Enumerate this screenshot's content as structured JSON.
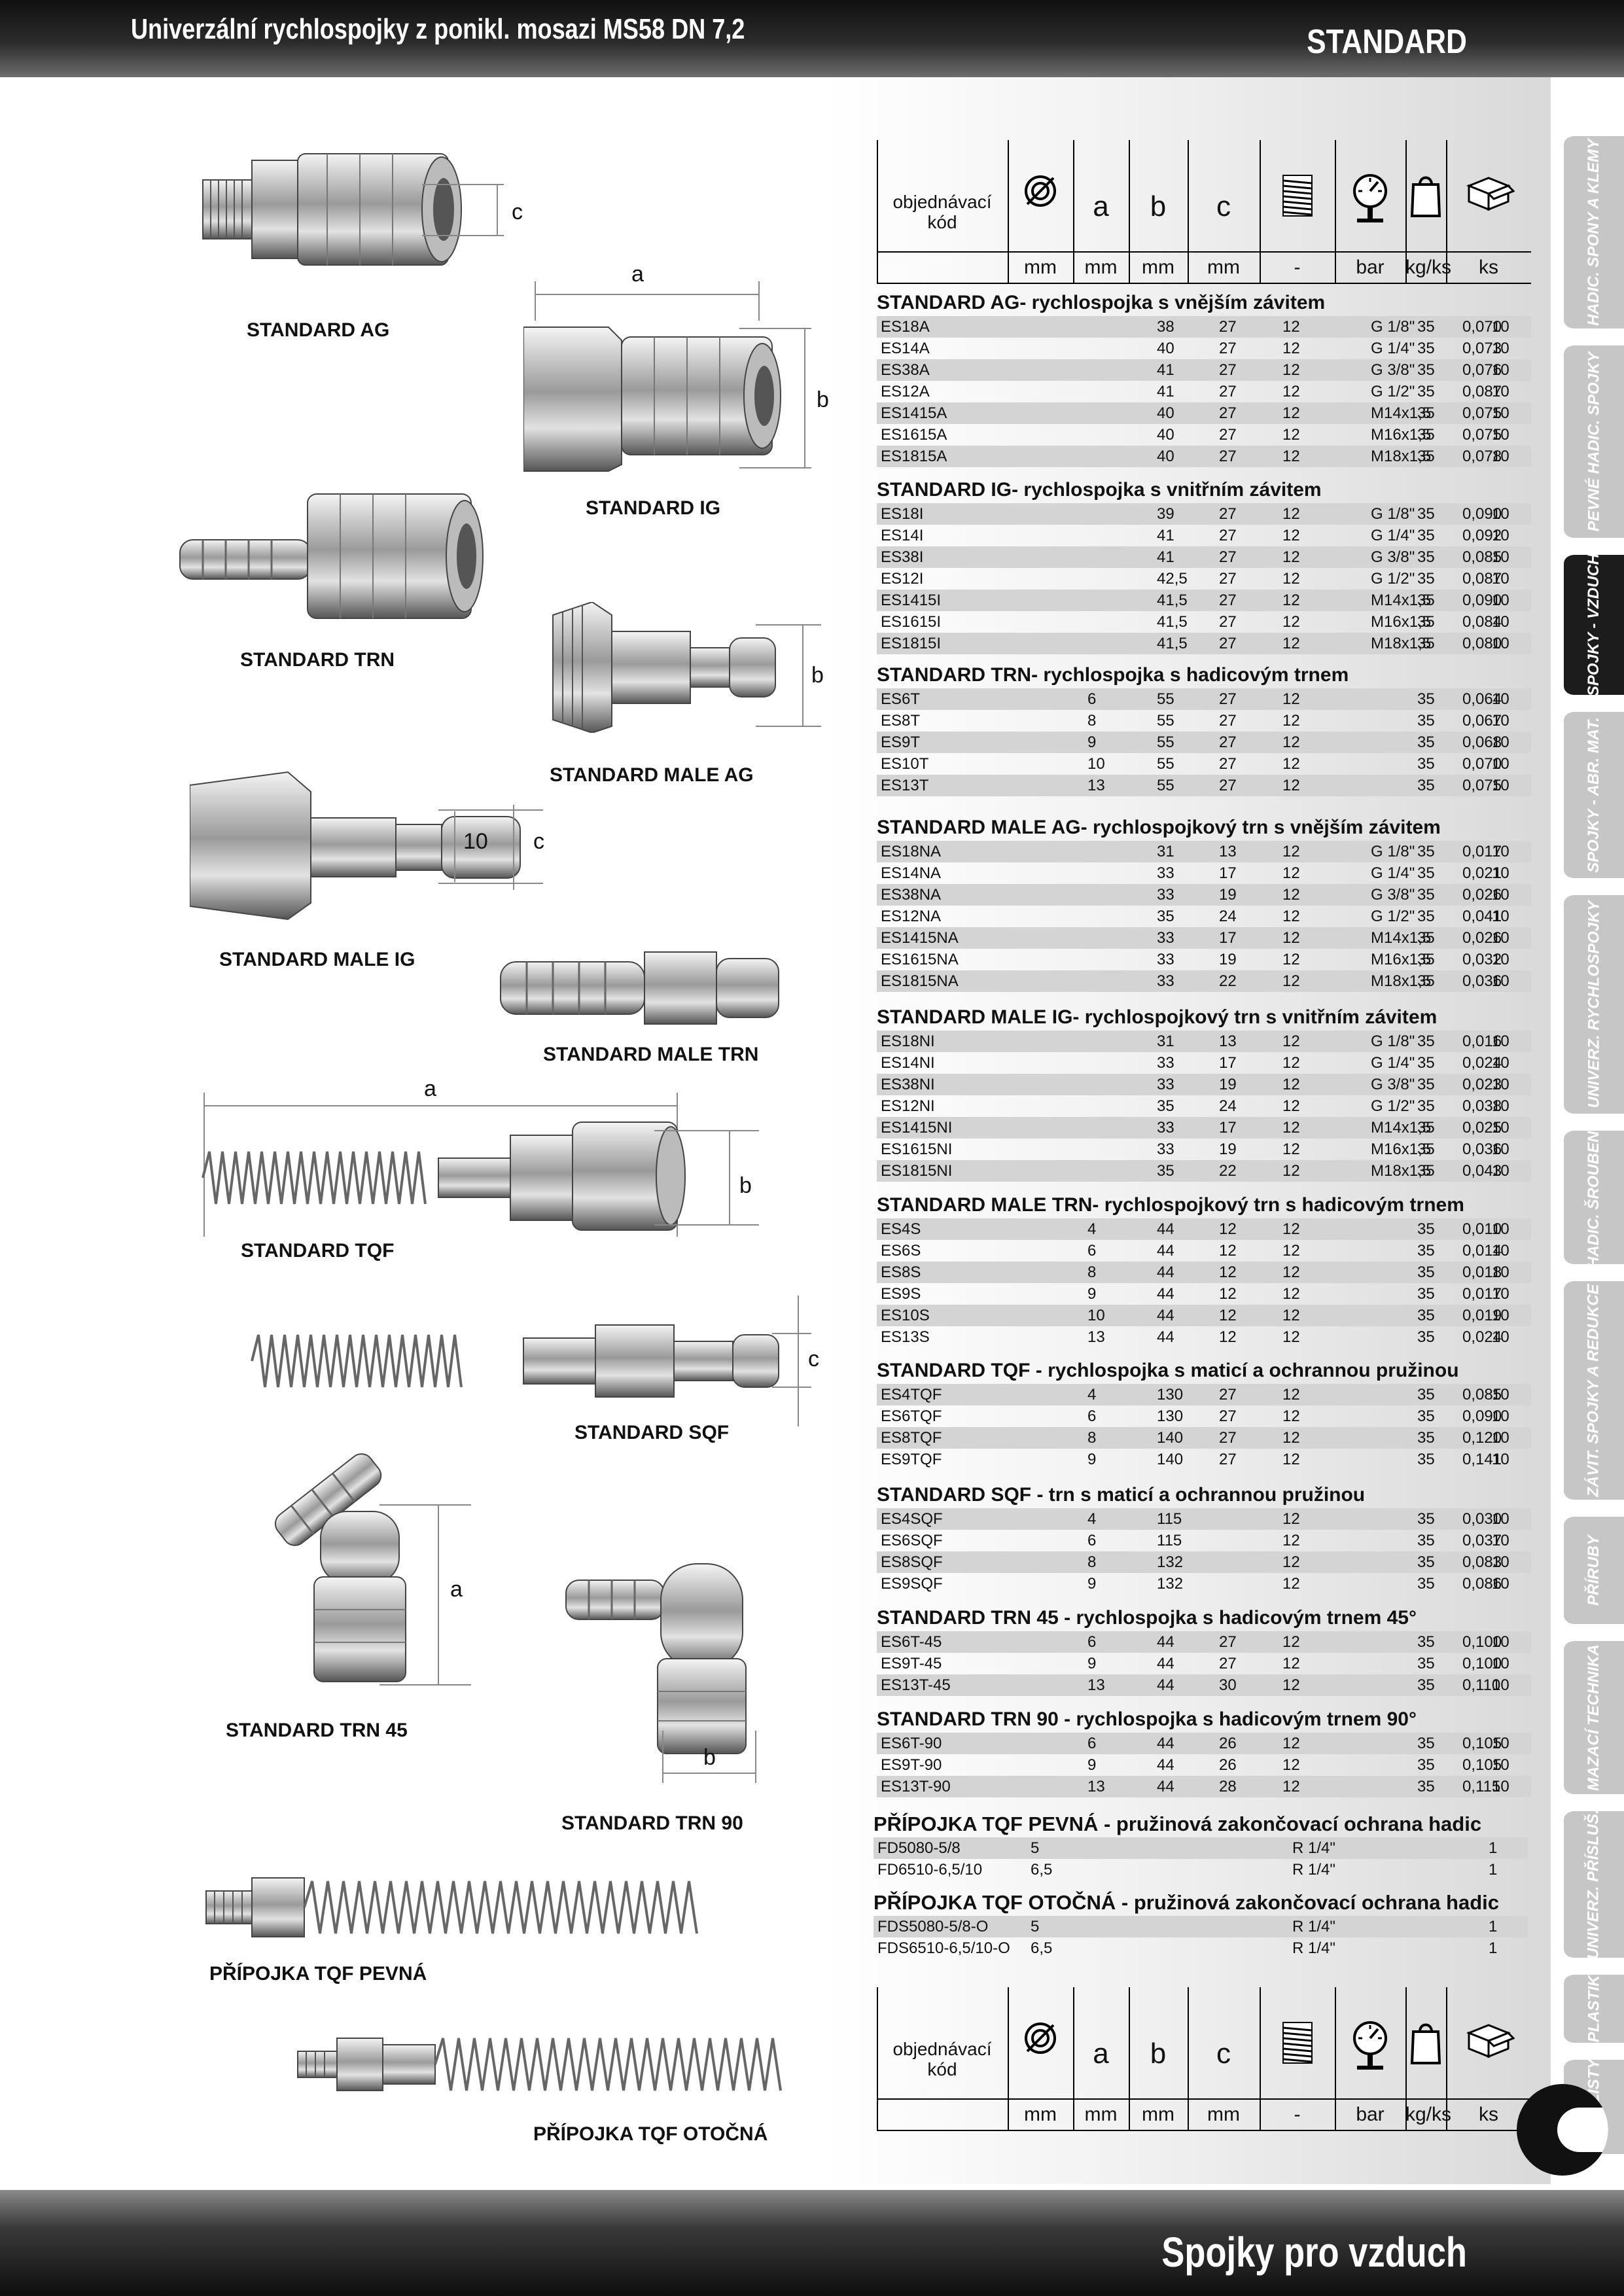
{
  "header": {
    "title": "Univerzální rychlospojky z ponikl. mosazi MS58  DN 7,2",
    "section": "STANDARD"
  },
  "footer": {
    "title": "Spojky pro vzduch"
  },
  "side_tabs": [
    "HADIC. SPONY A KLEMY",
    "PEVNÉ HADIC. SPOJKY",
    "SPOJKY - VZDUCH",
    "SPOJKY - ABR. MAT.",
    "UNIVERZ. RYCHLOSPOJKY",
    "HADIC. ŠROUBENÍ",
    "ZÁVIT. SPOJKY A REDUKCE",
    "PŘÍRUBY",
    "MAZACÍ TECHNIKA",
    "UNIVERZ. PŘÍSLUŠ.",
    "PLASTIK",
    "TECH. LISTY"
  ],
  "active_tab": 2,
  "chapter_letter": "C",
  "product_captions": [
    "STANDARD AG",
    "STANDARD IG",
    "STANDARD TRN",
    "STANDARD MALE AG",
    "STANDARD MALE IG",
    "STANDARD MALE TRN",
    "STANDARD TQF",
    "STANDARD SQF",
    "STANDARD TRN 45",
    "STANDARD TRN 90",
    "PŘÍPOJKA TQF PEVNÁ",
    "PŘÍPOJKA TQF OTOČNÁ"
  ],
  "dim_labels": {
    "a": "a",
    "b": "b",
    "c": "c",
    "ten": "10"
  },
  "table_header": {
    "code_line1": "objednávací",
    "code_line2": "kód",
    "a": "a",
    "b": "b",
    "c": "c",
    "units": [
      "mm",
      "mm",
      "mm",
      "mm",
      "-",
      "bar",
      "kg/ks",
      "ks"
    ]
  },
  "sections": [
    {
      "title": "STANDARD AG- rychlospojka s vnějším závitem",
      "rows": [
        [
          "ES18A",
          "",
          "38",
          "27",
          "12",
          "G 1/8\"",
          "35",
          "0,070",
          "10"
        ],
        [
          "ES14A",
          "",
          "40",
          "27",
          "12",
          "G 1/4\"",
          "35",
          "0,073",
          "10"
        ],
        [
          "ES38A",
          "",
          "41",
          "27",
          "12",
          "G 3/8\"",
          "35",
          "0,076",
          "10"
        ],
        [
          "ES12A",
          "",
          "41",
          "27",
          "12",
          "G 1/2\"",
          "35",
          "0,087",
          "10"
        ],
        [
          "ES1415A",
          "",
          "40",
          "27",
          "12",
          "M14x1,5",
          "35",
          "0,075",
          "10"
        ],
        [
          "ES1615A",
          "",
          "40",
          "27",
          "12",
          "M16x1,5",
          "35",
          "0,075",
          "10"
        ],
        [
          "ES1815A",
          "",
          "40",
          "27",
          "12",
          "M18x1,5",
          "35",
          "0,078",
          "10"
        ]
      ]
    },
    {
      "title": "STANDARD IG- rychlospojka s vnitřním závitem",
      "rows": [
        [
          "ES18I",
          "",
          "39",
          "27",
          "12",
          "G 1/8\"",
          "35",
          "0,090",
          "10"
        ],
        [
          "ES14I",
          "",
          "41",
          "27",
          "12",
          "G 1/4\"",
          "35",
          "0,092",
          "10"
        ],
        [
          "ES38I",
          "",
          "41",
          "27",
          "12",
          "G 3/8\"",
          "35",
          "0,085",
          "10"
        ],
        [
          "ES12I",
          "",
          "42,5",
          "27",
          "12",
          "G 1/2\"",
          "35",
          "0,087",
          "10"
        ],
        [
          "ES1415I",
          "",
          "41,5",
          "27",
          "12",
          "M14x1,5",
          "35",
          "0,090",
          "10"
        ],
        [
          "ES1615I",
          "",
          "41,5",
          "27",
          "12",
          "M16x1,5",
          "35",
          "0,084",
          "10"
        ],
        [
          "ES1815I",
          "",
          "41,5",
          "27",
          "12",
          "M18x1,5",
          "35",
          "0,080",
          "10"
        ]
      ]
    },
    {
      "title": "STANDARD TRN- rychlospojka s hadicovým trnem",
      "rows": [
        [
          "ES6T",
          "6",
          "55",
          "27",
          "12",
          "",
          "35",
          "0,064",
          "10"
        ],
        [
          "ES8T",
          "8",
          "55",
          "27",
          "12",
          "",
          "35",
          "0,067",
          "10"
        ],
        [
          "ES9T",
          "9",
          "55",
          "27",
          "12",
          "",
          "35",
          "0,068",
          "10"
        ],
        [
          "ES10T",
          "10",
          "55",
          "27",
          "12",
          "",
          "35",
          "0,070",
          "10"
        ],
        [
          "ES13T",
          "13",
          "55",
          "27",
          "12",
          "",
          "35",
          "0,075",
          "10"
        ]
      ]
    },
    {
      "title": "STANDARD MALE AG- rychlospojkový trn s vnějším závitem",
      "rows": [
        [
          "ES18NA",
          "",
          "31",
          "13",
          "12",
          "G 1/8\"",
          "35",
          "0,017",
          "10"
        ],
        [
          "ES14NA",
          "",
          "33",
          "17",
          "12",
          "G 1/4\"",
          "35",
          "0,021",
          "10"
        ],
        [
          "ES38NA",
          "",
          "33",
          "19",
          "12",
          "G 3/8\"",
          "35",
          "0,026",
          "10"
        ],
        [
          "ES12NA",
          "",
          "35",
          "24",
          "12",
          "G 1/2\"",
          "35",
          "0,041",
          "10"
        ],
        [
          "ES1415NA",
          "",
          "33",
          "17",
          "12",
          "M14x1,5",
          "35",
          "0,026",
          "10"
        ],
        [
          "ES1615NA",
          "",
          "33",
          "19",
          "12",
          "M16x1,5",
          "35",
          "0,032",
          "10"
        ],
        [
          "ES1815NA",
          "",
          "33",
          "22",
          "12",
          "M18x1,5",
          "35",
          "0,036",
          "10"
        ]
      ]
    },
    {
      "title": "STANDARD MALE IG- rychlospojkový trn s vnitřním závitem",
      "rows": [
        [
          "ES18NI",
          "",
          "31",
          "13",
          "12",
          "G 1/8\"",
          "35",
          "0,016",
          "10"
        ],
        [
          "ES14NI",
          "",
          "33",
          "17",
          "12",
          "G 1/4\"",
          "35",
          "0,024",
          "10"
        ],
        [
          "ES38NI",
          "",
          "33",
          "19",
          "12",
          "G 3/8\"",
          "35",
          "0,023",
          "10"
        ],
        [
          "ES12NI",
          "",
          "35",
          "24",
          "12",
          "G 1/2\"",
          "35",
          "0,038",
          "10"
        ],
        [
          "ES1415NI",
          "",
          "33",
          "17",
          "12",
          "M14x1,5",
          "35",
          "0,025",
          "10"
        ],
        [
          "ES1615NI",
          "",
          "33",
          "19",
          "12",
          "M16x1,5",
          "35",
          "0,036",
          "10"
        ],
        [
          "ES1815NI",
          "",
          "35",
          "22",
          "12",
          "M18x1,5",
          "35",
          "0,043",
          "10"
        ]
      ]
    },
    {
      "title": "STANDARD MALE TRN- rychlospojkový trn s hadicovým trnem",
      "rows": [
        [
          "ES4S",
          "4",
          "44",
          "12",
          "12",
          "",
          "35",
          "0,010",
          "10"
        ],
        [
          "ES6S",
          "6",
          "44",
          "12",
          "12",
          "",
          "35",
          "0,014",
          "10"
        ],
        [
          "ES8S",
          "8",
          "44",
          "12",
          "12",
          "",
          "35",
          "0,018",
          "10"
        ],
        [
          "ES9S",
          "9",
          "44",
          "12",
          "12",
          "",
          "35",
          "0,017",
          "10"
        ],
        [
          "ES10S",
          "10",
          "44",
          "12",
          "12",
          "",
          "35",
          "0,019",
          "10"
        ],
        [
          "ES13S",
          "13",
          "44",
          "12",
          "12",
          "",
          "35",
          "0,024",
          "10"
        ]
      ]
    },
    {
      "title": "STANDARD  TQF - rychlospojka s maticí a ochrannou pružinou",
      "rows": [
        [
          "ES4TQF",
          "4",
          "130",
          "27",
          "12",
          "",
          "35",
          "0,085",
          "10"
        ],
        [
          "ES6TQF",
          "6",
          "130",
          "27",
          "12",
          "",
          "35",
          "0,090",
          "10"
        ],
        [
          "ES8TQF",
          "8",
          "140",
          "27",
          "12",
          "",
          "35",
          "0,120",
          "10"
        ],
        [
          "ES9TQF",
          "9",
          "140",
          "27",
          "12",
          "",
          "35",
          "0,141",
          "10"
        ]
      ]
    },
    {
      "title": "STANDARD SQF - trn s maticí a ochrannou pružinou",
      "rows": [
        [
          "ES4SQF",
          "4",
          "115",
          "",
          "12",
          "",
          "35",
          "0,030",
          "10"
        ],
        [
          "ES6SQF",
          "6",
          "115",
          "",
          "12",
          "",
          "35",
          "0,037",
          "10"
        ],
        [
          "ES8SQF",
          "8",
          "132",
          "",
          "12",
          "",
          "35",
          "0,083",
          "10"
        ],
        [
          "ES9SQF",
          "9",
          "132",
          "",
          "12",
          "",
          "35",
          "0,086",
          "10"
        ]
      ]
    },
    {
      "title": "STANDARD TRN 45 - rychlospojka s hadicovým trnem 45°",
      "rows": [
        [
          "ES6T-45",
          "6",
          "44",
          "27",
          "12",
          "",
          "35",
          "0,100",
          "10"
        ],
        [
          "ES9T-45",
          "9",
          "44",
          "27",
          "12",
          "",
          "35",
          "0,100",
          "10"
        ],
        [
          "ES13T-45",
          "13",
          "44",
          "30",
          "12",
          "",
          "35",
          "0,110",
          "10"
        ]
      ]
    },
    {
      "title": "STANDARD TRN 90 - rychlospojka s hadicovým trnem 90°",
      "rows": [
        [
          "ES6T-90",
          "6",
          "44",
          "26",
          "12",
          "",
          "35",
          "0,105",
          "10"
        ],
        [
          "ES9T-90",
          "9",
          "44",
          "26",
          "12",
          "",
          "35",
          "0,105",
          "10"
        ],
        [
          "ES13T-90",
          "13",
          "44",
          "28",
          "12",
          "",
          "35",
          "0,115",
          "10"
        ]
      ]
    },
    {
      "title": "PŘÍPOJKA TQF PEVNÁ - pružinová zakončovací ochrana hadic",
      "rows": [
        [
          "FD5080-5/8",
          "5",
          "",
          "",
          "",
          "R 1/4\"",
          "",
          "",
          "1"
        ],
        [
          "FD6510-6,5/10",
          "6,5",
          "",
          "",
          "",
          "R 1/4\"",
          "",
          "",
          "1"
        ]
      ]
    },
    {
      "title": "PŘÍPOJKA TQF OTOČNÁ - pružinová zakončovací ochrana hadic",
      "rows": [
        [
          "FDS5080-5/8-O",
          "5",
          "",
          "",
          "",
          "R 1/4\"",
          "",
          "",
          "1"
        ],
        [
          "FDS6510-6,5/10-O",
          "6,5",
          "",
          "",
          "",
          "R 1/4\"",
          "",
          "",
          "1"
        ]
      ]
    }
  ]
}
